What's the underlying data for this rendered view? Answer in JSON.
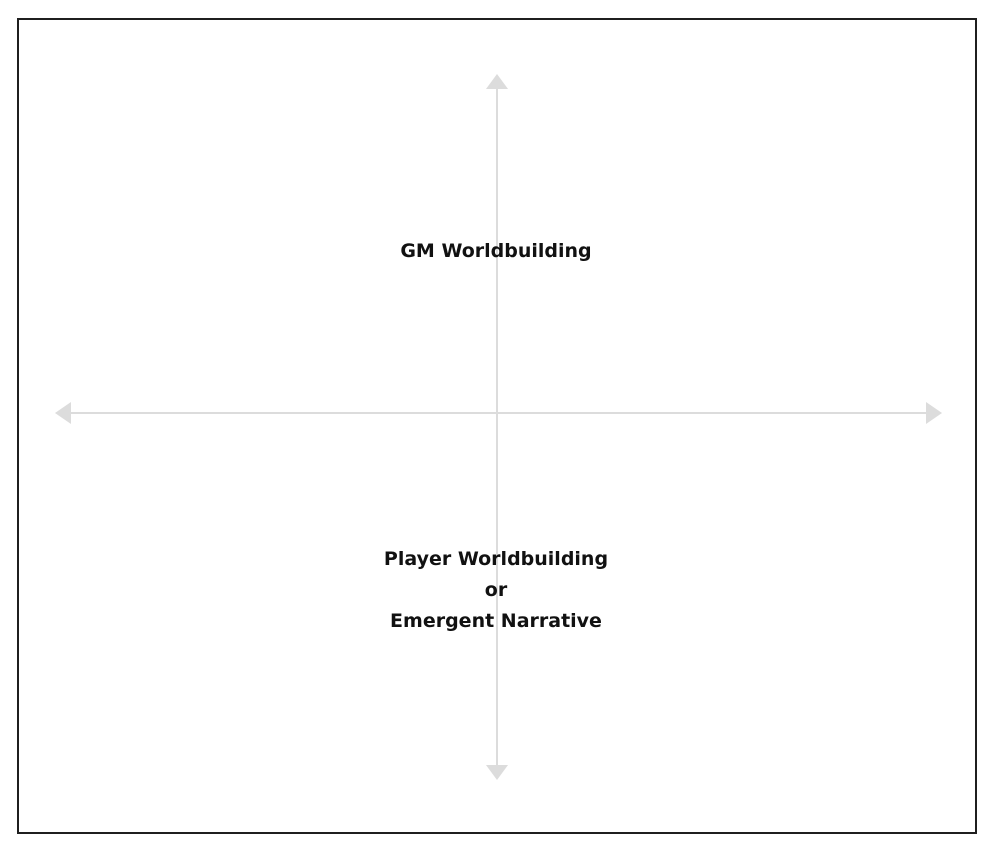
{
  "diagram": {
    "top_label": "GM Worldbuilding",
    "bottom_label": {
      "line1": "Player Worldbuilding",
      "line2": "or",
      "line3": "Emergent Narrative"
    },
    "colors": {
      "axis": "#dcdcdc",
      "border": "#1f1f1f",
      "text": "#111111",
      "background": "#ffffff"
    }
  }
}
